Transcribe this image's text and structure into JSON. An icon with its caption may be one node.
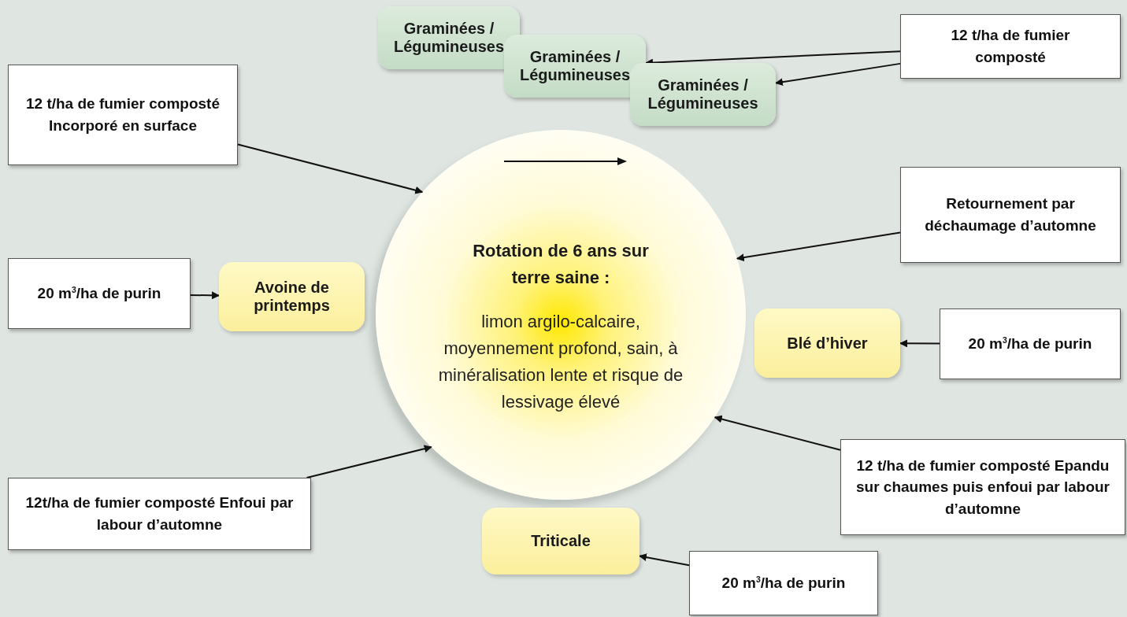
{
  "diagram": {
    "nodes": [
      {
        "text": [
          "Rotation de 6 ans sur terre saine :",
          "limon argilo-calcaire, moyennement profond, sain, à minéralisation lente et risque de lessivage élevé"
        ]
      },
      {
        "text": [
          "Graminées / Légumineuses"
        ]
      },
      {
        "text": [
          "Graminées / Légumineuses"
        ]
      },
      {
        "text": [
          "Graminées / Légumineuses"
        ]
      },
      {
        "text": [
          "Avoine de printemps"
        ]
      },
      {
        "text": [
          "Blé d’hiver"
        ]
      },
      {
        "text": [
          "Triticale"
        ]
      },
      {
        "text": [
          "12 t/ha de fumier composté Incorporé en surface"
        ]
      },
      {
        "text": [
          "12 t/ha de fumier composté"
        ]
      },
      {
        "text": [
          "Retournement par déchaumage d’automne"
        ]
      },
      {
        "text": [
          "20 m$^{3}$/ha de purin"
        ]
      },
      {
        "text": [
          "20 m$^{3}$/ha de purin"
        ]
      },
      {
        "text": [
          "12 t/ha de fumier composté Epandu sur chaumes puis enfoui par labour d’automne"
        ]
      },
      {
        "text": [
          "12t/ha de fumier composté Enfoui par labour d’automne"
        ]
      },
      {
        "text": [
          "20 m$^{3}$/ha de purin"
        ]
      }
    ],
    "edges": [
      {
        "from": 7,
        "to": 0,
        "arrow": "to"
      },
      {
        "from": 8,
        "to": 2,
        "arrow": "to"
      },
      {
        "from": 8,
        "to": 3,
        "arrow": "to"
      },
      {
        "from": 9,
        "to": 0,
        "arrow": "to"
      },
      {
        "from": 10,
        "to": 4,
        "arrow": "to"
      },
      {
        "from": 11,
        "to": 5,
        "arrow": "to"
      },
      {
        "from": 12,
        "to": 0,
        "arrow": "to"
      },
      {
        "from": 13,
        "to": 0,
        "arrow": "to"
      },
      {
        "from": 14,
        "to": 6,
        "arrow": "to"
      }
    ]
  }
}
